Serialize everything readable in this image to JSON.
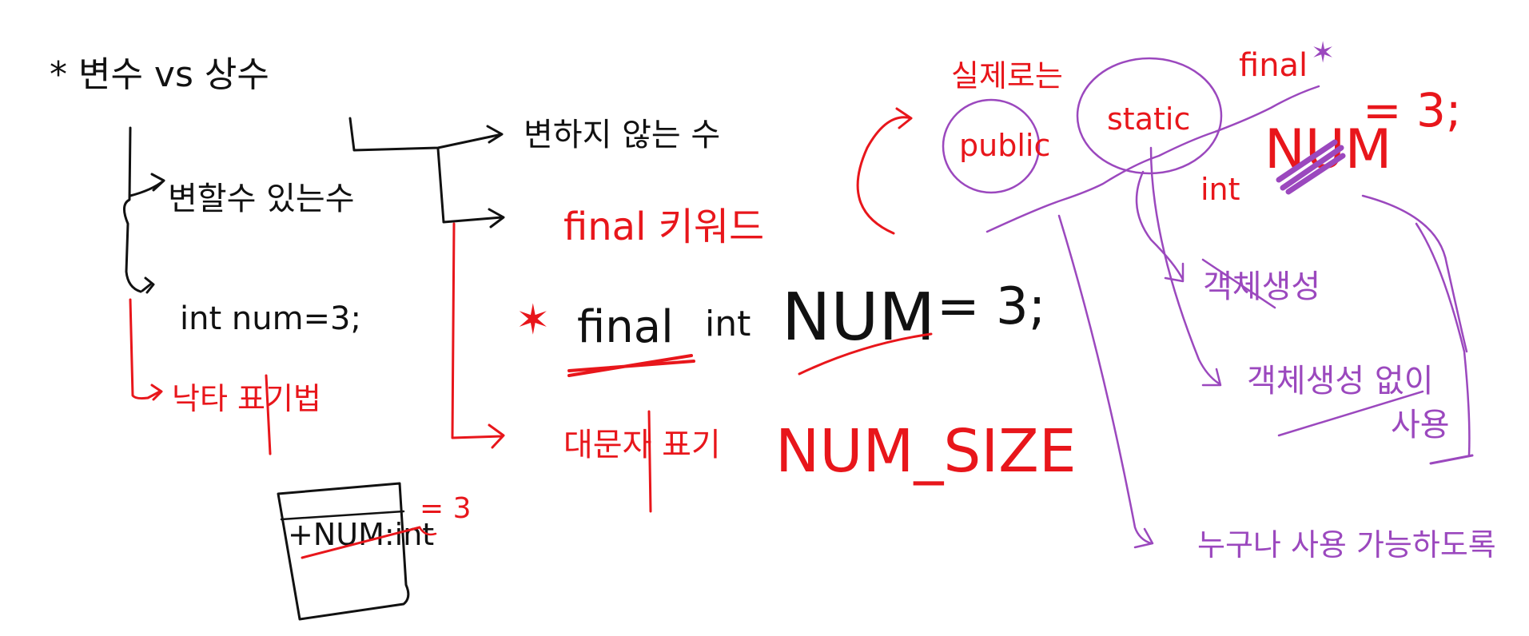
{
  "colors": {
    "black": "#111111",
    "red": "#e8161b",
    "purple": "#9b48be"
  },
  "left_tree": {
    "title": "* 변수 vs 상수",
    "branch_changeable": "변할수 있는수",
    "branch_example": "int num=3;",
    "branch_naming": "낙타 표기법"
  },
  "class_box": {
    "member": "+NUM:int",
    "value": "= 3"
  },
  "constant_tree": {
    "meaning": "변하지 않는 수",
    "keyword": "final 키워드",
    "star": "✶",
    "final_word": "final",
    "type_word": "int",
    "const_name": "NUM",
    "assign": "= 3;",
    "naming_rule": "대문자 표기",
    "naming_example": "NUM_SIZE"
  },
  "right_area": {
    "label_practice": "실제로는",
    "modifier_public": "public",
    "modifier_static": "static",
    "modifier_final": "final",
    "star": "✶",
    "decl_type": "int",
    "decl_name": "NUM",
    "decl_assign": "= 3;",
    "note_object": "객체생성",
    "note_no_object": "객체생성 없이",
    "note_use": "사용",
    "note_anywhere": "누구나 사용 가능하도록"
  }
}
